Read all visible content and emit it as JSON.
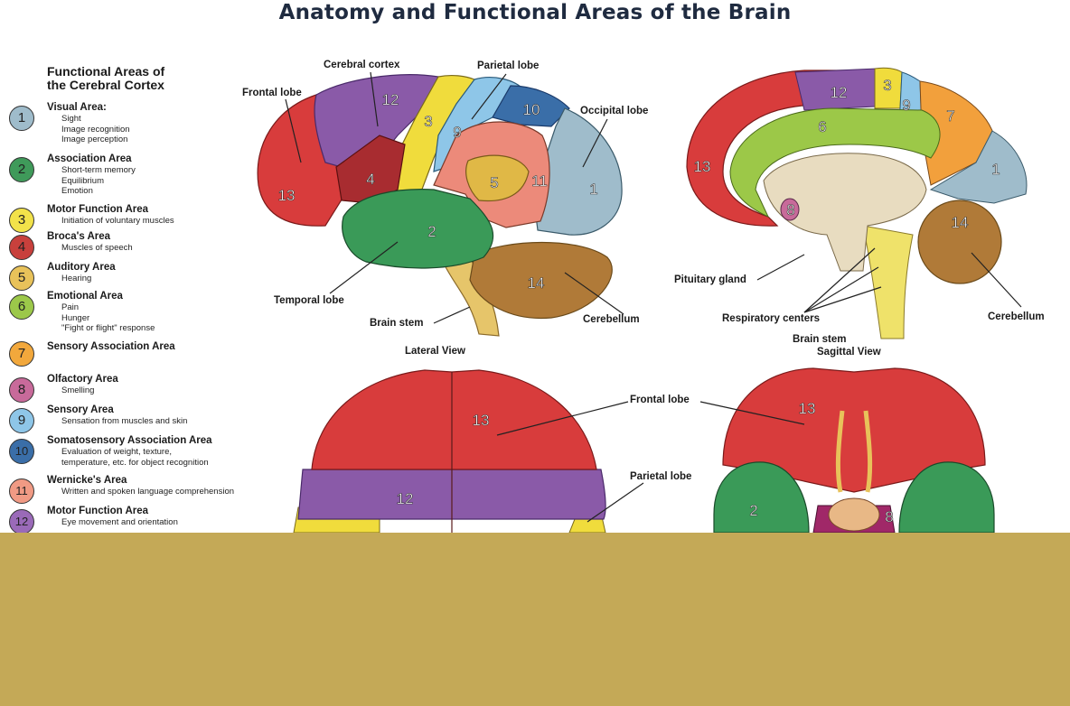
{
  "title": "Anatomy and Functional Areas of the Brain",
  "legend": {
    "heading_line1": "Functional Areas of",
    "heading_line2": "the Cerebral Cortex",
    "items": [
      {
        "num": "1",
        "name": "Visual Area:",
        "desc": [
          "Sight",
          "Image recognition",
          "Image perception"
        ],
        "color": "#9fbccb"
      },
      {
        "num": "2",
        "name": "Association Area",
        "desc": [
          "Short-term memory",
          "Equilibrium",
          "Emotion"
        ],
        "color": "#3f9a5a"
      },
      {
        "num": "3",
        "name": "Motor Function Area",
        "desc": [
          "Initiation of voluntary muscles"
        ],
        "color": "#f2e24a"
      },
      {
        "num": "4",
        "name": "Broca's Area",
        "desc": [
          "Muscles of speech"
        ],
        "color": "#c8403c"
      },
      {
        "num": "5",
        "name": "Auditory Area",
        "desc": [
          "Hearing"
        ],
        "color": "#e8c25a"
      },
      {
        "num": "6",
        "name": "Emotional Area",
        "desc": [
          "Pain",
          "Hunger",
          "\"Fight or flight\" response"
        ],
        "color": "#9cc84a"
      },
      {
        "num": "7",
        "name": "Sensory Association Area",
        "desc": [],
        "color": "#f2a83c"
      },
      {
        "num": "8",
        "name": "Olfactory Area",
        "desc": [
          "Smelling"
        ],
        "color": "#c86a9a"
      },
      {
        "num": "9",
        "name": "Sensory Area",
        "desc": [
          "Sensation from muscles and skin"
        ],
        "color": "#8ec6e8"
      },
      {
        "num": "10",
        "name": "Somatosensory Association Area",
        "desc": [
          "Evaluation of weight, texture,",
          "temperature, etc. for object recognition"
        ],
        "color": "#3a6ea8"
      },
      {
        "num": "11",
        "name": "Wernicke's Area",
        "desc": [
          "Written and spoken language comprehension"
        ],
        "color": "#f09a84"
      },
      {
        "num": "12",
        "name": "Motor Function Area",
        "desc": [
          "Eye movement and orientation"
        ],
        "color": "#9a6ab8"
      }
    ]
  },
  "lateral": {
    "view_label": "Lateral View",
    "labels": {
      "cerebral_cortex": "Cerebral cortex",
      "parietal_lobe": "Parietal lobe",
      "frontal_lobe": "Frontal lobe",
      "occipital_lobe": "Occipital lobe",
      "temporal_lobe": "Temporal lobe",
      "brain_stem": "Brain stem",
      "cerebellum": "Cerebellum"
    },
    "region_numbers": [
      "12",
      "3",
      "9",
      "10",
      "4",
      "5",
      "11",
      "1",
      "13",
      "2",
      "14"
    ]
  },
  "sagittal": {
    "view_label": "Sagittal View",
    "labels": {
      "pituitary_gland": "Pituitary gland",
      "respiratory_centers": "Respiratory centers",
      "brain_stem": "Brain stem",
      "cerebellum": "Cerebellum"
    },
    "region_numbers": [
      "12",
      "3",
      "9",
      "7",
      "6",
      "13",
      "1",
      "8",
      "14"
    ]
  },
  "superior": {
    "labels": {
      "frontal_lobe": "Frontal lobe",
      "parietal_lobe": "Parietal lobe"
    },
    "region_numbers": [
      "13",
      "12"
    ]
  },
  "inferior": {
    "region_numbers": [
      "13",
      "2",
      "8"
    ]
  },
  "colors": {
    "frontal_red": "#d83c3c",
    "purple": "#8a5aa8",
    "yellow": "#f0dc3c",
    "light_blue": "#8ec6e8",
    "dark_blue": "#3a6ea8",
    "salmon": "#ec8a7a",
    "green": "#3a9a58",
    "cerebellum_brown": "#b07a38",
    "orange": "#f2a03c",
    "lime": "#9cc848",
    "grey_blue": "#9fbccb",
    "band": "#c4a957"
  }
}
